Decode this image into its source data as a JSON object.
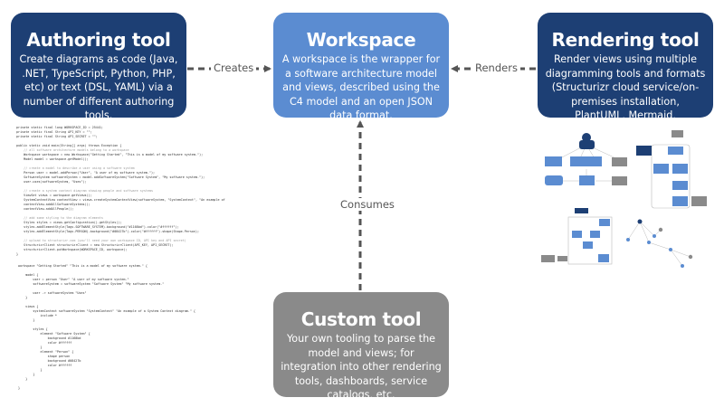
{
  "authoring": {
    "title": "Authoring tool",
    "description": "Create diagrams as code (Java, .NET, TypeScript, Python, PHP, etc) or text (DSL, YAML) via a number of different authoring tools."
  },
  "workspace": {
    "title": "Workspace",
    "description": "A workspace is the wrapper for a software architecture model and views, described using the C4 model and an open JSON data format."
  },
  "rendering": {
    "title": "Rendering tool",
    "description": "Render views using multiple diagramming tools and formats (Structurizr cloud service/on-premises installation, PlantUML, Mermaid, WebSequenceDiagrams, Ilograph, etc)."
  },
  "custom": {
    "title": "Custom tool",
    "description": "Your own tooling to parse the model and views; for integration into other rendering tools, dashboards, service catalogs, etc."
  },
  "relationships": {
    "creates": "Creates",
    "renders": "Renders",
    "consumes": "Consumes"
  },
  "colors": {
    "dark": "#1d3f74",
    "workspace": "#5b8cd1",
    "grey": "#8a8a8a",
    "arrow": "#555555"
  },
  "java_code": [
    "private static final long WORKSPACE_ID = 25441;",
    "private static final String API_KEY = \"\";",
    "private static final String API_SECRET = \"\";",
    "",
    "public static void main(String[] args) throws Exception {",
    "    // all software architecture models belong to a workspace",
    "    Workspace workspace = new Workspace(\"Getting Started\", \"This is a model of my software system.\");",
    "    Model model = workspace.getModel();",
    "",
    "    // create a model to describe a user using a software system",
    "    Person user = model.addPerson(\"User\", \"A user of my software system.\");",
    "    SoftwareSystem softwareSystem = model.addSoftwareSystem(\"Software System\", \"My software system.\");",
    "    user.uses(softwareSystem, \"Uses\");",
    "",
    "    // create a system context diagram showing people and software systems",
    "    ViewSet views = workspace.getViews();",
    "    SystemContextView contextView = views.createSystemContextView(softwareSystem, \"SystemContext\", \"An example of",
    "    contextView.addAllSoftwareSystems();",
    "    contextView.addAllPeople();",
    "",
    "    // add some styling to the diagram elements",
    "    Styles styles = views.getConfiguration().getStyles();",
    "    styles.addElementStyle(Tags.SOFTWARE_SYSTEM).background(\"#1168bd\").color(\"#ffffff\");",
    "    styles.addElementStyle(Tags.PERSON).background(\"#08427b\").color(\"#ffffff\").shape(Shape.Person);",
    "",
    "    // upload to structurizr.com (you'll need your own workspace ID, API key and API secret)",
    "    StructurizrClient structurizrClient = new StructurizrClient(API_KEY, API_SECRET);",
    "    structurizrClient.putWorkspace(WORKSPACE_ID, workspace);",
    "}"
  ],
  "dsl_code": [
    "workspace \"Getting Started\" \"This is a model of my software system.\" {",
    "",
    "    model {",
    "        user = person \"User\" \"A user of my software system.\"",
    "        softwareSystem = softwareSystem \"Software System\" \"My software system.\"",
    "",
    "        user -> softwareSystem \"Uses\"",
    "    }",
    "",
    "    views {",
    "        systemContext softwareSystem \"SystemContext\" \"An example of a System Context diagram.\" {",
    "            include *",
    "        }",
    "",
    "        styles {",
    "            element \"Software System\" {",
    "                background #1168bd",
    "                color #ffffff",
    "            }",
    "            element \"Person\" {",
    "                shape person",
    "                background #08427b",
    "                color #ffffff",
    "            }",
    "        }",
    "    }",
    "",
    "}"
  ]
}
